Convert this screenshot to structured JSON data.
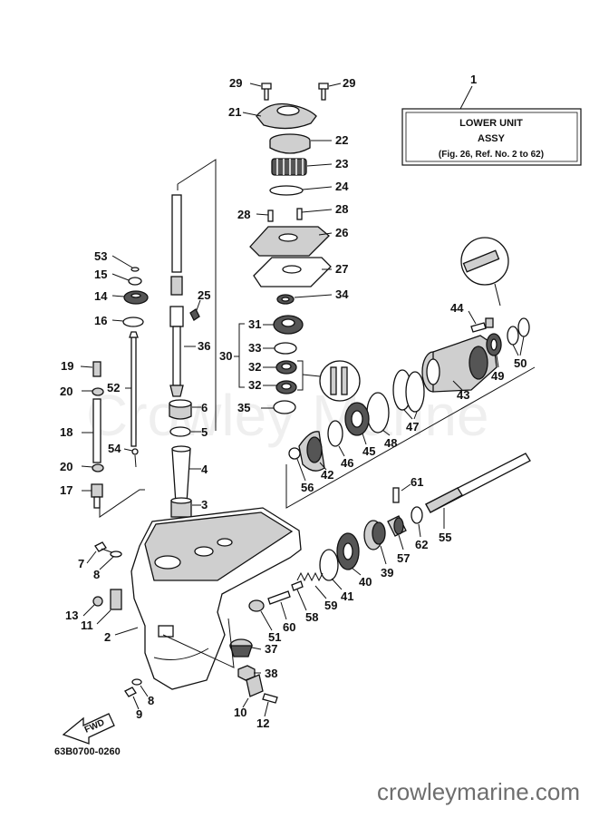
{
  "title_box": {
    "ref": "1",
    "line1": "LOWER UNIT",
    "line2": "ASSY",
    "line3": "(Fig. 26, Ref. No. 2 to 62)"
  },
  "diagram_code": "63B0700-0260",
  "watermark": "Crowley Marine",
  "footer_url": "crowleymarine.com",
  "fwd_label": "FWD",
  "callouts": {
    "c29a": "29",
    "c29b": "29",
    "c21": "21",
    "c22": "22",
    "c23": "23",
    "c24": "24",
    "c28a": "28",
    "c28b": "28",
    "c26": "26",
    "c27": "27",
    "c34": "34",
    "c31": "31",
    "c33": "33",
    "c30": "30",
    "c32a": "32",
    "c32b": "32",
    "c35": "35",
    "c53": "53",
    "c15": "15",
    "c14": "14",
    "c16": "16",
    "c25": "25",
    "c36": "36",
    "c19": "19",
    "c20a": "20",
    "c52": "52",
    "c6": "6",
    "c5": "5",
    "c18": "18",
    "c54": "54",
    "c20b": "20",
    "c4": "4",
    "c17": "17",
    "c3": "3",
    "c44": "44",
    "c49": "49",
    "c50": "50",
    "c43": "43",
    "c47": "47",
    "c48": "48",
    "c45": "45",
    "c46": "46",
    "c42": "42",
    "c56": "56",
    "c61": "61",
    "c55": "55",
    "c62": "62",
    "c57": "57",
    "c39": "39",
    "c40": "40",
    "c41": "41",
    "c59": "59",
    "c58": "58",
    "c60": "60",
    "c51": "51",
    "c37": "37",
    "c38": "38",
    "c7": "7",
    "c8a": "8",
    "c13": "13",
    "c11": "11",
    "c2": "2",
    "c8b": "8",
    "c9": "9",
    "c10": "10",
    "c12": "12"
  }
}
